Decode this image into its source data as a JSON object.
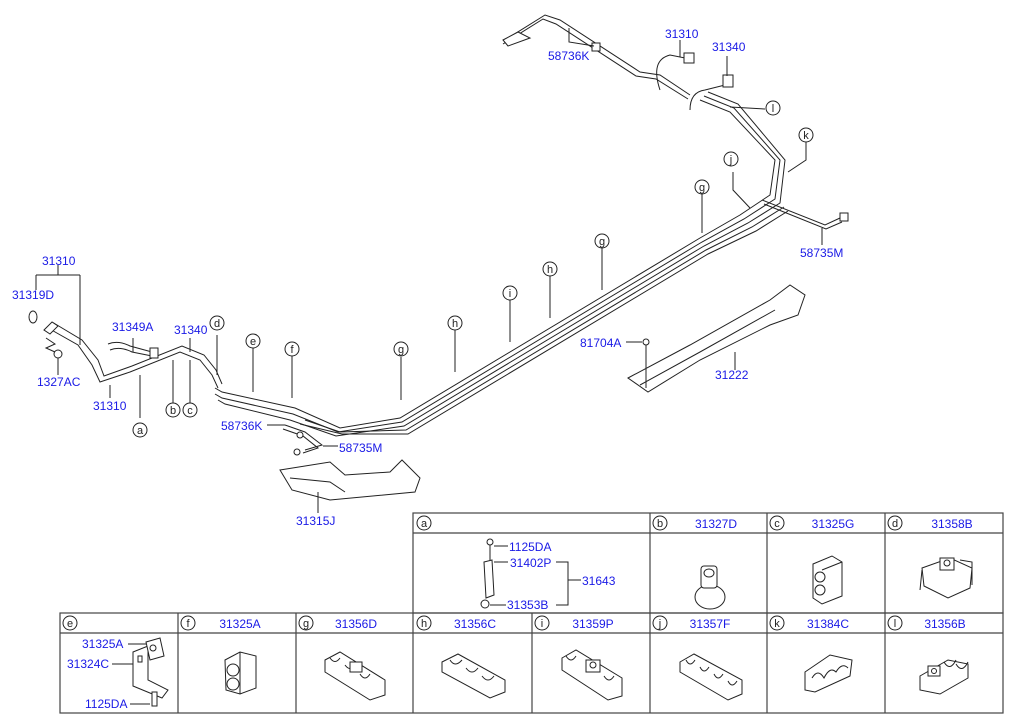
{
  "main_diagram": {
    "callouts": [
      {
        "id": "31310-top-left",
        "text": "31310"
      },
      {
        "id": "31319D",
        "text": "31319D"
      },
      {
        "id": "1327AC",
        "text": "1327AC"
      },
      {
        "id": "31310-bottom-left",
        "text": "31310"
      },
      {
        "id": "31349A",
        "text": "31349A"
      },
      {
        "id": "31340-left",
        "text": "31340"
      },
      {
        "id": "58736K-lower",
        "text": "58736K"
      },
      {
        "id": "58735M-lower",
        "text": "58735M"
      },
      {
        "id": "31315J",
        "text": "31315J"
      },
      {
        "id": "58736K-upper",
        "text": "58736K"
      },
      {
        "id": "31310-top-right",
        "text": "31310"
      },
      {
        "id": "31340-top-right",
        "text": "31340"
      },
      {
        "id": "58735M-right",
        "text": "58735M"
      },
      {
        "id": "81704A",
        "text": "81704A"
      },
      {
        "id": "31222",
        "text": "31222"
      }
    ],
    "letter_markers": [
      "a",
      "b",
      "c",
      "d",
      "e",
      "f",
      "g",
      "h",
      "i",
      "h",
      "g",
      "g",
      "j",
      "k",
      "l"
    ]
  },
  "detail_boxes": [
    {
      "letter": "a",
      "part": "",
      "sub_labels": [
        "1125DA",
        "31402P",
        "31353B",
        "31643"
      ]
    },
    {
      "letter": "b",
      "part": "31327D"
    },
    {
      "letter": "c",
      "part": "31325G"
    },
    {
      "letter": "d",
      "part": "31358B"
    },
    {
      "letter": "e",
      "part": "",
      "sub_labels": [
        "31325A",
        "31324C",
        "1125DA"
      ]
    },
    {
      "letter": "f",
      "part": "31325A"
    },
    {
      "letter": "g",
      "part": "31356D"
    },
    {
      "letter": "h",
      "part": "31356C"
    },
    {
      "letter": "i",
      "part": "31359P"
    },
    {
      "letter": "j",
      "part": "31357F"
    },
    {
      "letter": "k",
      "part": "31384C"
    },
    {
      "letter": "l",
      "part": "31356B"
    }
  ],
  "colors": {
    "part_number": "#1a1ae6",
    "line": "#222222"
  }
}
